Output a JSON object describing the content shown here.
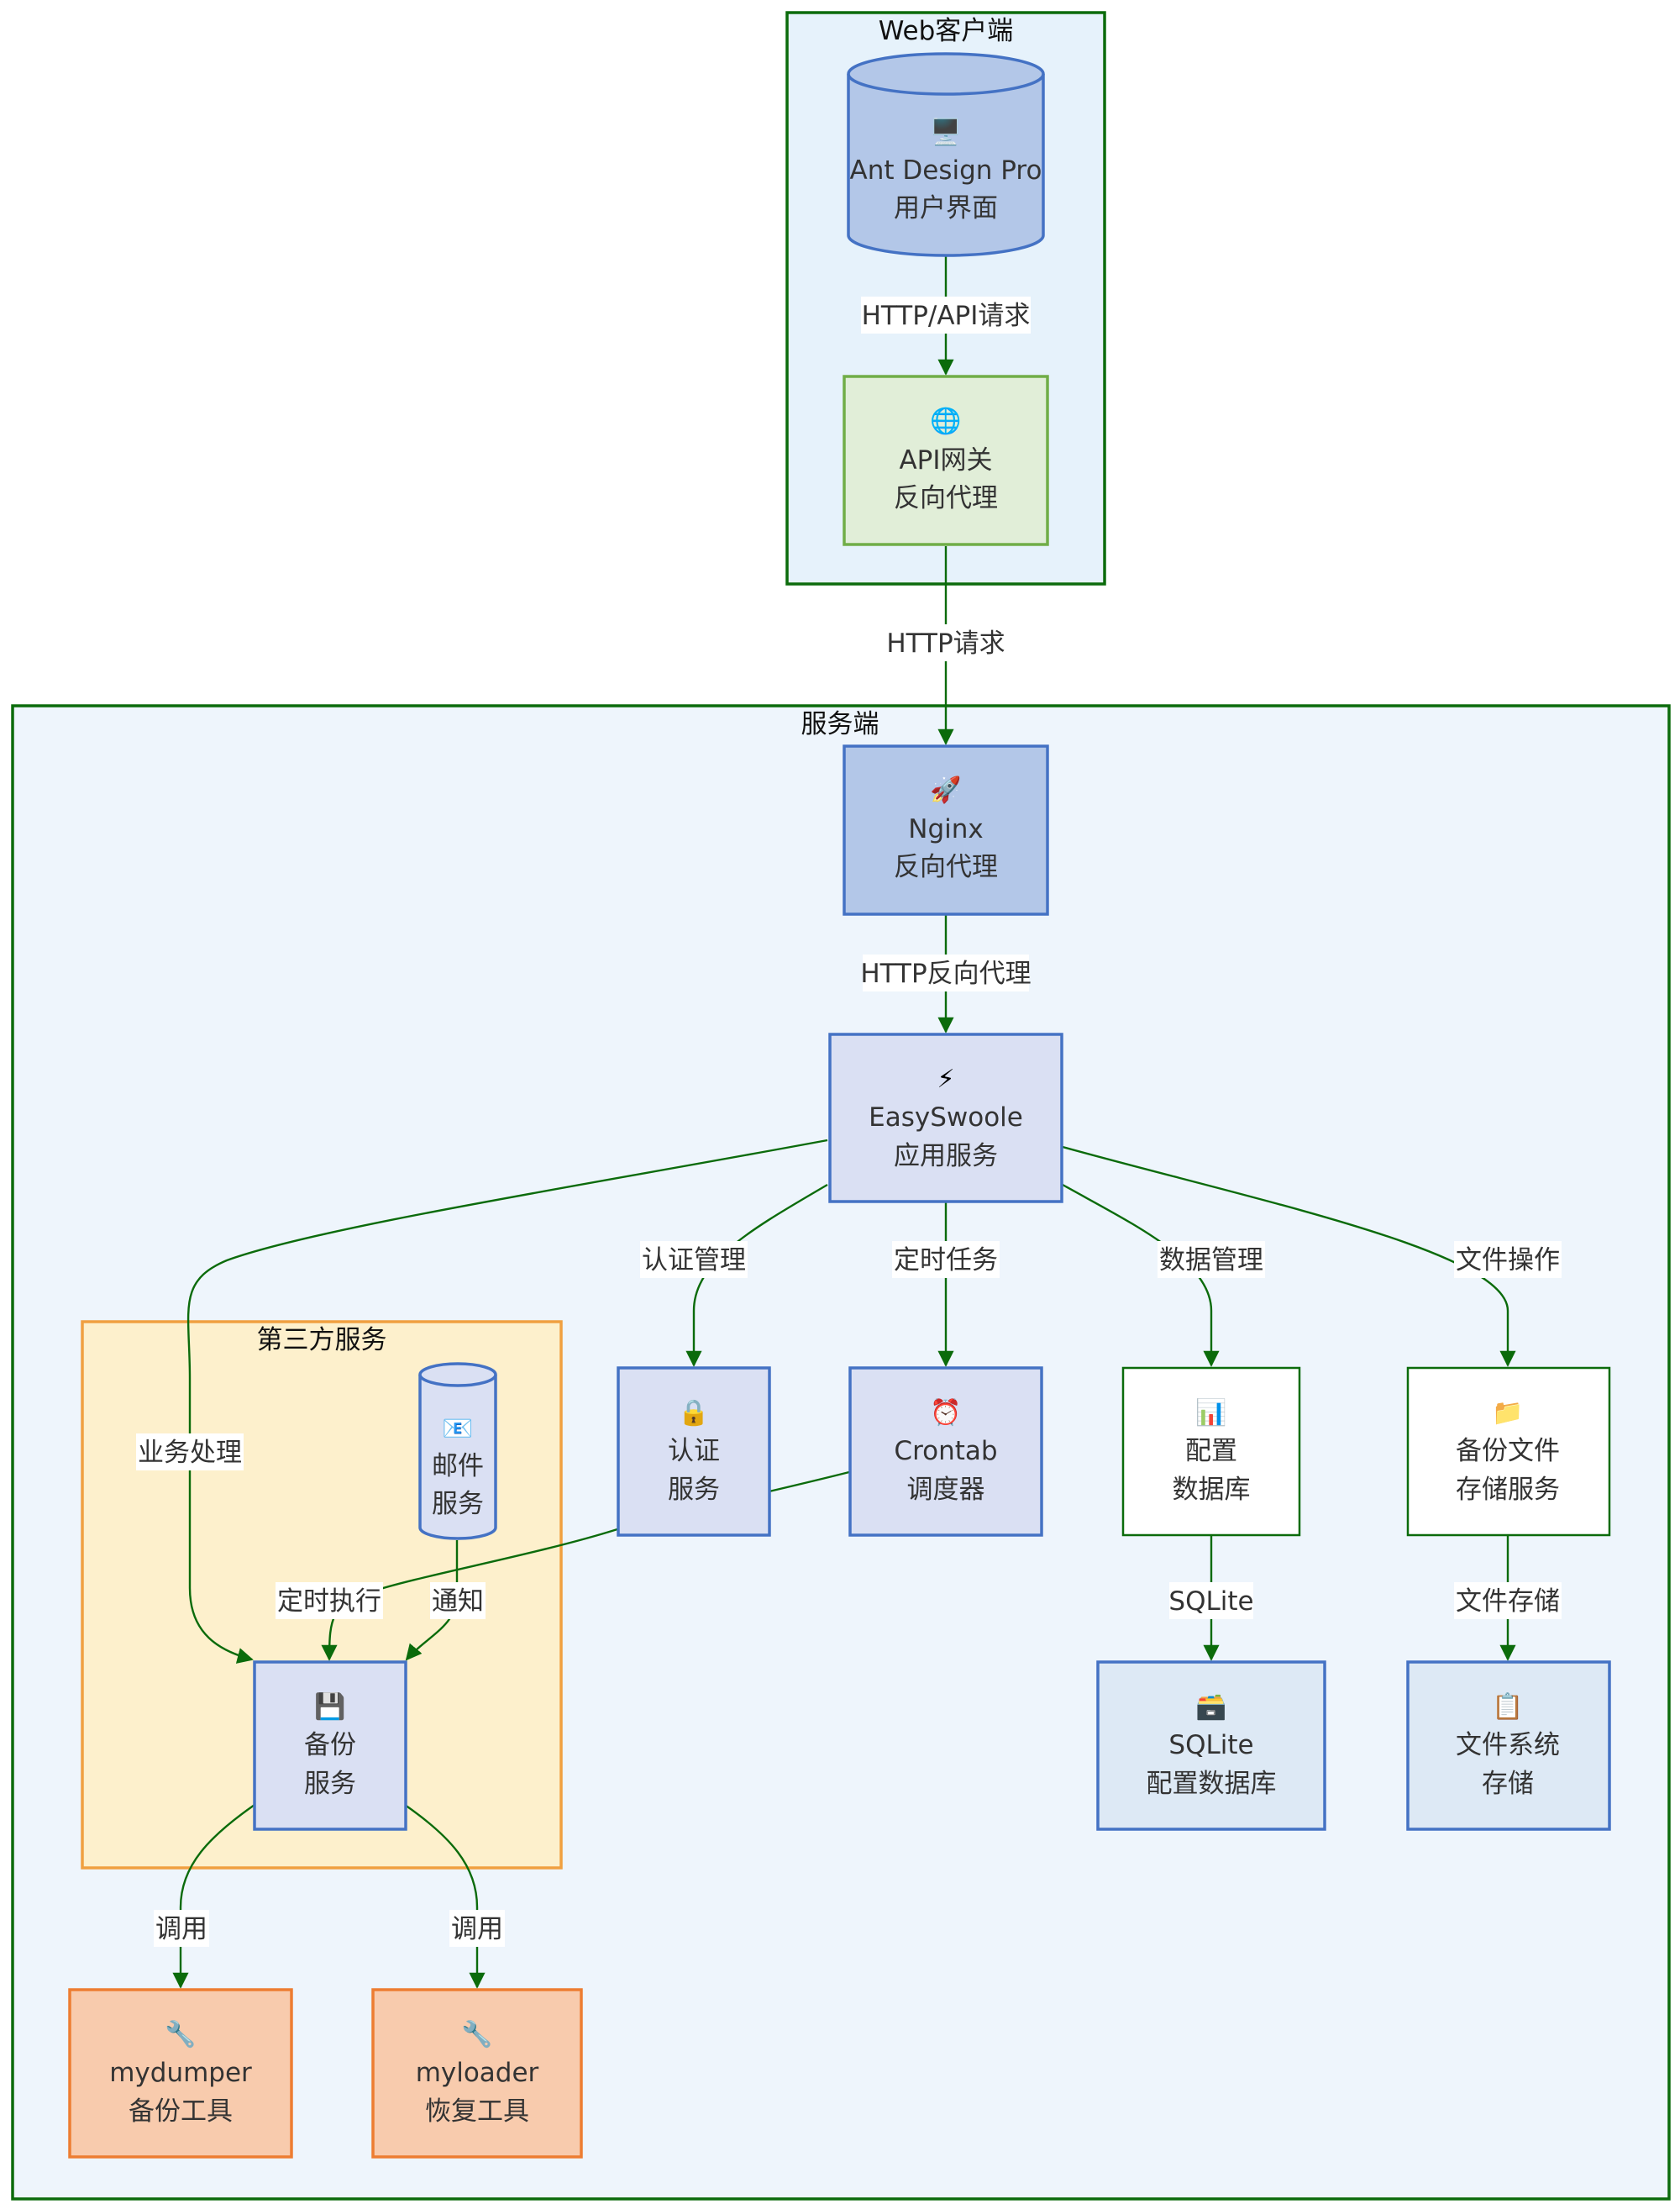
{
  "colors": {
    "edge": "#0b6b0b",
    "group_border_green": "#0b6b0b",
    "group_border_orange": "#f0a040",
    "group_fill_client": "#e6f2fb",
    "group_fill_server": "#eef5fc",
    "group_fill_thirdparty": "#fdf0cc"
  },
  "groups": {
    "client": {
      "label": "Web客户端"
    },
    "server": {
      "label": "服务端"
    },
    "thirdparty": {
      "label": "第三方服务"
    }
  },
  "nodes": {
    "ui": {
      "icon": "🖥️",
      "icon_name": "monitor-icon",
      "line1": "Ant Design Pro",
      "line2": "用户界面"
    },
    "gateway": {
      "icon": "🌐",
      "icon_name": "globe-icon",
      "line1": "API网关",
      "line2": "反向代理"
    },
    "nginx": {
      "icon": "🚀",
      "icon_name": "rocket-icon",
      "line1": "Nginx",
      "line2": "反向代理"
    },
    "easyswoole": {
      "icon": "⚡",
      "icon_name": "lightning-icon",
      "line1": "EasySwoole",
      "line2": "应用服务"
    },
    "auth": {
      "icon": "🔒",
      "icon_name": "lock-icon",
      "line1": "认证",
      "line2": "服务"
    },
    "crontab": {
      "icon": "⏰",
      "icon_name": "alarm-clock-icon",
      "line1": "Crontab",
      "line2": "调度器"
    },
    "configdb": {
      "icon": "📊",
      "icon_name": "bar-chart-icon",
      "line1": "配置",
      "line2": "数据库"
    },
    "filestore": {
      "icon": "📁",
      "icon_name": "folder-icon",
      "line1": "备份文件",
      "line2": "存储服务"
    },
    "mail": {
      "icon": "📧",
      "icon_name": "email-icon",
      "line1": "邮件",
      "line2": "服务"
    },
    "backup": {
      "icon": "💾",
      "icon_name": "floppy-disk-icon",
      "line1": "备份",
      "line2": "服务"
    },
    "sqlite": {
      "icon": "🗃️",
      "icon_name": "card-file-box-icon",
      "line1": "SQLite",
      "line2": "配置数据库"
    },
    "filesystem": {
      "icon": "📋",
      "icon_name": "clipboard-icon",
      "line1": "文件系统",
      "line2": "存储"
    },
    "mydumper": {
      "icon": "🔧",
      "icon_name": "wrench-icon",
      "line1": "mydumper",
      "line2": "备份工具"
    },
    "myloader": {
      "icon": "🔧",
      "icon_name": "wrench-icon",
      "line1": "myloader",
      "line2": "恢复工具"
    }
  },
  "edges": {
    "ui_gateway": "HTTP/API请求",
    "gateway_nginx": "HTTP请求",
    "nginx_easyswoole": "HTTP反向代理",
    "easy_auth": "认证管理",
    "easy_cron": "定时任务",
    "easy_configdb": "数据管理",
    "easy_filestore": "文件操作",
    "easy_backup": "业务处理",
    "cron_backup": "定时执行",
    "mail_backup": "通知",
    "configdb_sqlite": "SQLite",
    "filestore_fs": "文件存储",
    "backup_mydumper": "调用",
    "backup_myloader": "调用"
  }
}
